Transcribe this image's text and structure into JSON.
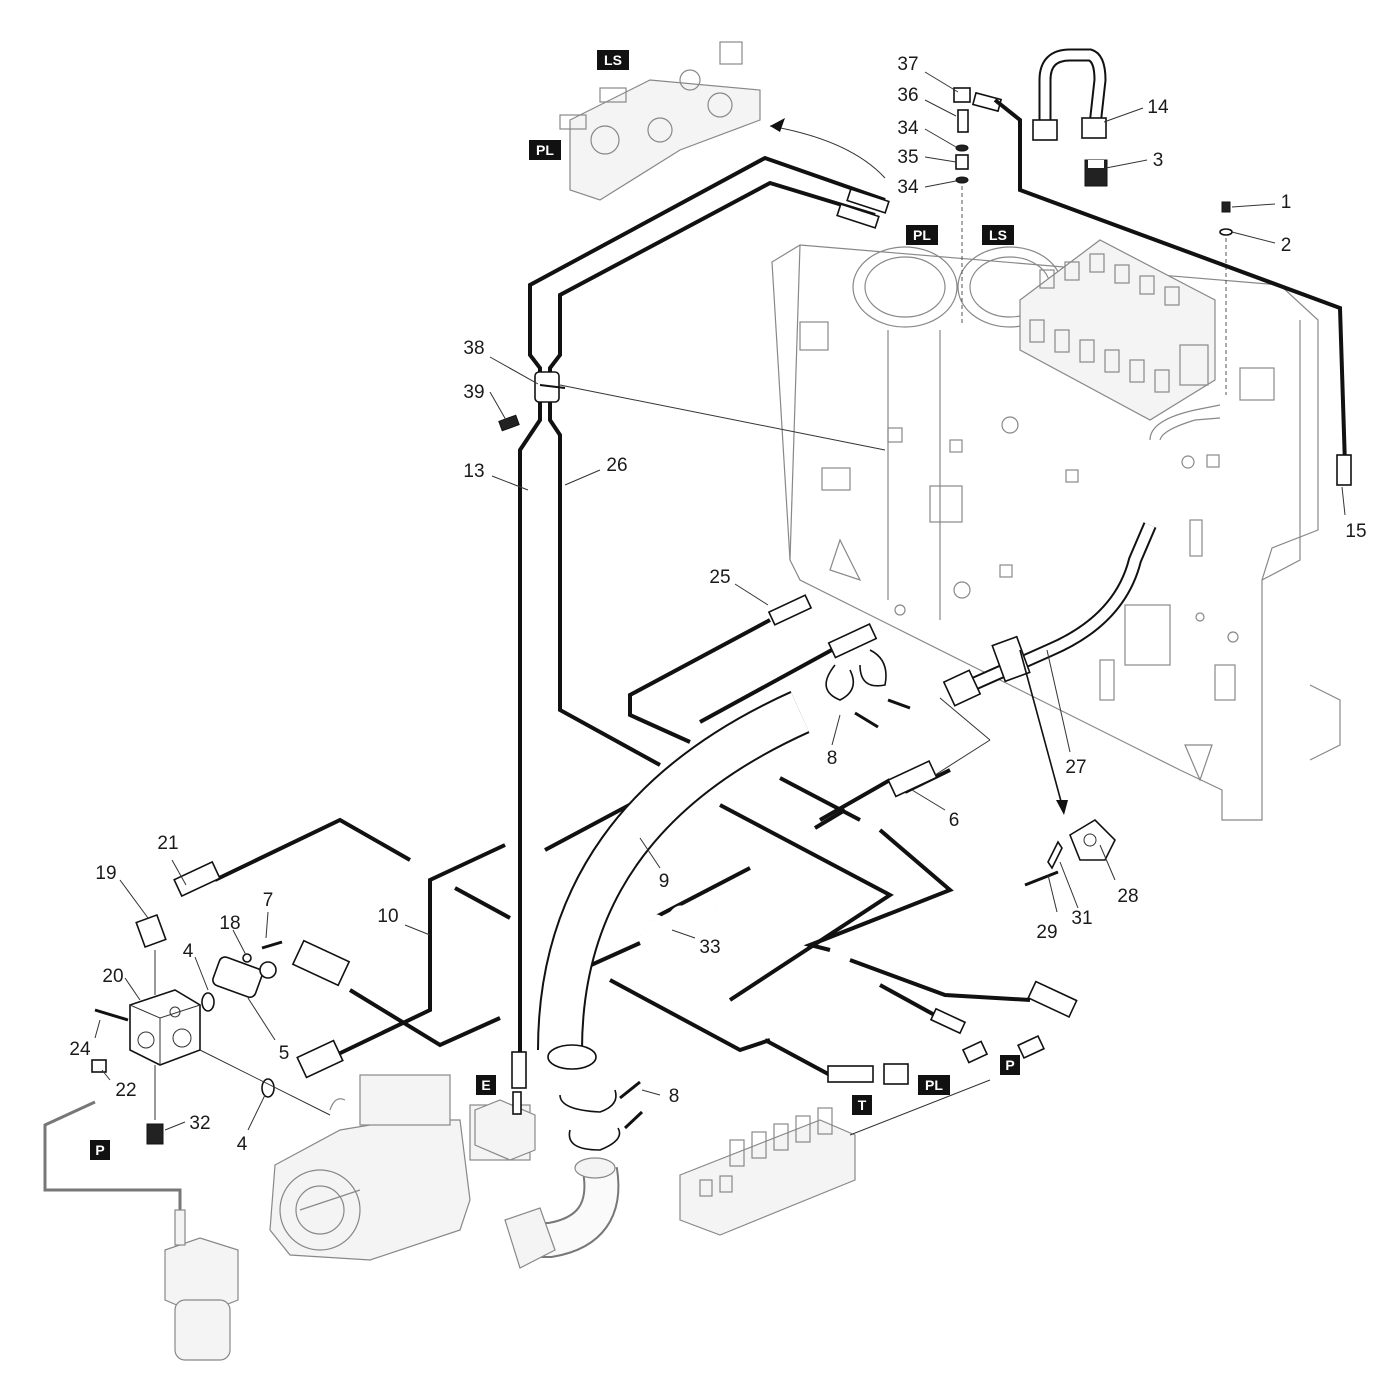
{
  "callouts": [
    {
      "id": "c37",
      "text": "37"
    },
    {
      "id": "c36",
      "text": "36"
    },
    {
      "id": "c34a",
      "text": "34"
    },
    {
      "id": "c35",
      "text": "35"
    },
    {
      "id": "c34b",
      "text": "34"
    },
    {
      "id": "c14",
      "text": "14"
    },
    {
      "id": "c3",
      "text": "3"
    },
    {
      "id": "c1",
      "text": "1"
    },
    {
      "id": "c2",
      "text": "2"
    },
    {
      "id": "c38",
      "text": "38"
    },
    {
      "id": "c39",
      "text": "39"
    },
    {
      "id": "c13",
      "text": "13"
    },
    {
      "id": "c26",
      "text": "26"
    },
    {
      "id": "c15",
      "text": "15"
    },
    {
      "id": "c25",
      "text": "25"
    },
    {
      "id": "c8a",
      "text": "8"
    },
    {
      "id": "c27",
      "text": "27"
    },
    {
      "id": "c6",
      "text": "6"
    },
    {
      "id": "c9",
      "text": "9"
    },
    {
      "id": "c21",
      "text": "21"
    },
    {
      "id": "c19",
      "text": "19"
    },
    {
      "id": "c7",
      "text": "7"
    },
    {
      "id": "c18",
      "text": "18"
    },
    {
      "id": "c10",
      "text": "10"
    },
    {
      "id": "c33",
      "text": "33"
    },
    {
      "id": "c28",
      "text": "28"
    },
    {
      "id": "c29",
      "text": "29"
    },
    {
      "id": "c31",
      "text": "31"
    },
    {
      "id": "c4a",
      "text": "4"
    },
    {
      "id": "c20",
      "text": "20"
    },
    {
      "id": "c24",
      "text": "24"
    },
    {
      "id": "c5",
      "text": "5"
    },
    {
      "id": "c22",
      "text": "22"
    },
    {
      "id": "c8b",
      "text": "8"
    },
    {
      "id": "c32",
      "text": "32"
    },
    {
      "id": "c4b",
      "text": "4"
    }
  ],
  "port_tags": [
    {
      "id": "t_ls_top",
      "text": "LS"
    },
    {
      "id": "t_pl_top",
      "text": "PL"
    },
    {
      "id": "t_pl_valve",
      "text": "PL"
    },
    {
      "id": "t_ls_valve",
      "text": "LS"
    },
    {
      "id": "t_e",
      "text": "E"
    },
    {
      "id": "t_p_right",
      "text": "P"
    },
    {
      "id": "t_pl_bottom",
      "text": "PL"
    },
    {
      "id": "t_t",
      "text": "T"
    },
    {
      "id": "t_p_left",
      "text": "P"
    }
  ]
}
